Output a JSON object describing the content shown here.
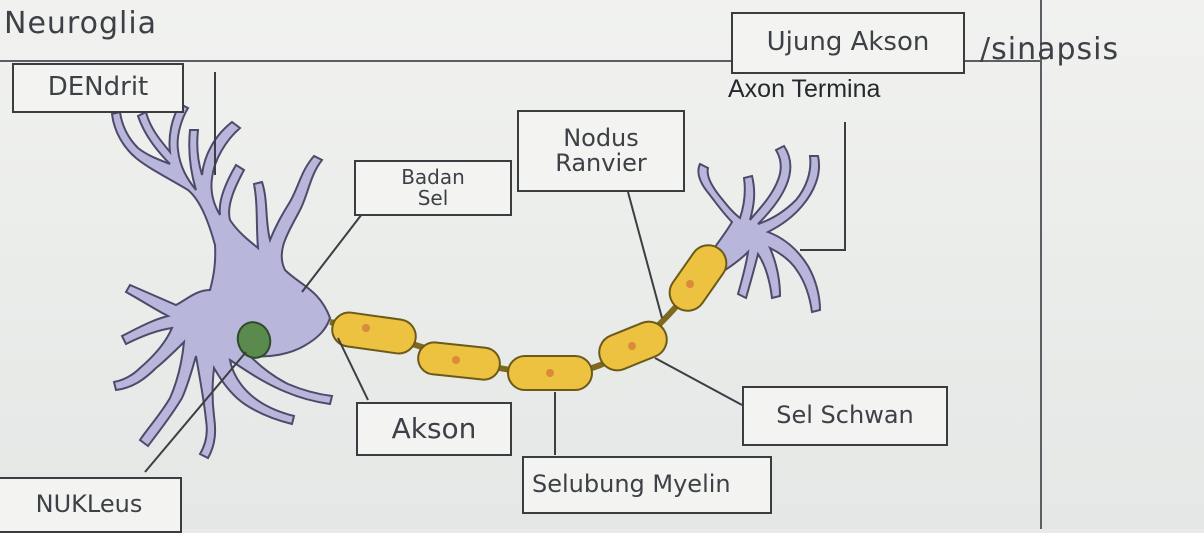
{
  "heading": "Neuroglia",
  "labels": {
    "dendrit": "DENdrit",
    "badan_sel": "Badan\nSel",
    "nodus_ranvier": "Nodus\nRanvier",
    "ujung_akson": "Ujung Akson",
    "sinapsis": "/sinapsis",
    "axon_terminal": "Axon Termina",
    "akson": "Akson",
    "sel_schwan": "Sel Schwan",
    "selubung_myelin": "Selubung Myelin",
    "nukleus": "NUKLeus"
  },
  "colors": {
    "neuron_body": "#b9b6dc",
    "neuron_outline": "#4d4a6a",
    "myelin_fill": "#ecc240",
    "myelin_outline": "#6b5a1a",
    "nucleus": "#5a8a4e",
    "leader_line": "#3b3e42"
  }
}
